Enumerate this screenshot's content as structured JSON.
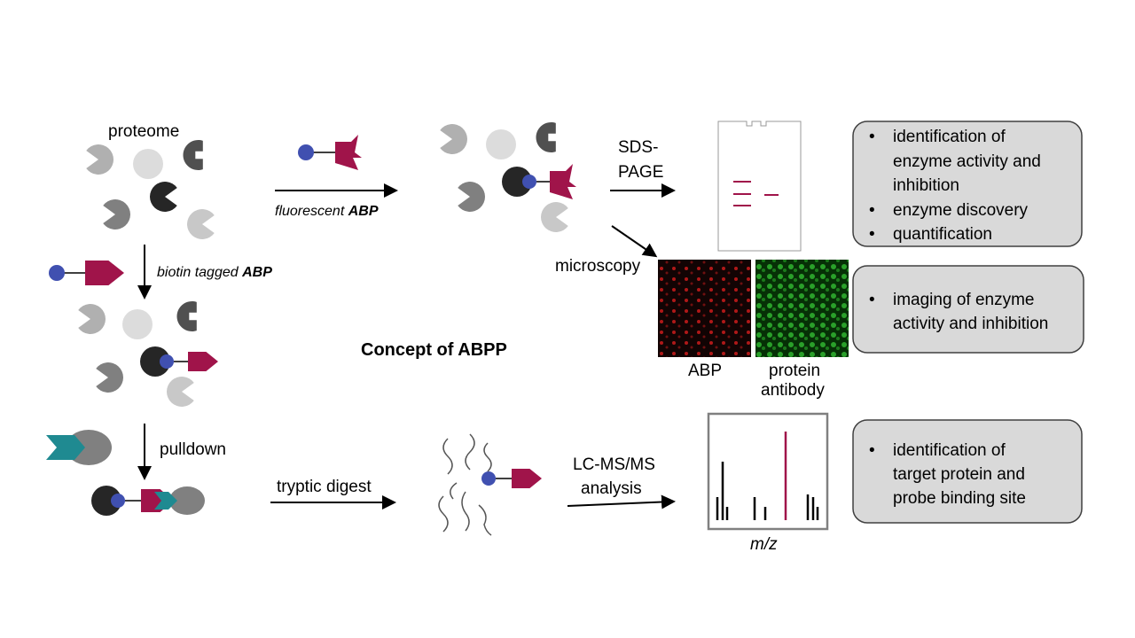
{
  "title": "Concept of ABPP",
  "labels": {
    "proteome": "proteome",
    "fluorescent_abp_prefix": "fluorescent ",
    "fluorescent_abp_bold": "ABP",
    "biotin_prefix": "biotin tagged ",
    "biotin_bold": "ABP",
    "sds_1": "SDS-",
    "sds_2": "PAGE",
    "microscopy": "microscopy",
    "abp": "ABP",
    "protein": "protein",
    "antibody": "antibody",
    "pulldown": "pulldown",
    "tryptic_digest": "tryptic digest",
    "lcms_1": "LC-MS/MS",
    "lcms_2": "analysis",
    "mz": "m/z"
  },
  "boxes": [
    {
      "lines": [
        "identification of",
        "enzyme activity and",
        "inhibition"
      ],
      "bullets2": [
        "enzyme discovery",
        "quantification"
      ]
    },
    {
      "lines": [
        "imaging of enzyme",
        "activity and inhibition"
      ]
    },
    {
      "lines": [
        "identification of",
        "target protein and",
        "probe binding site"
      ]
    }
  ],
  "bullet": "•",
  "colors": {
    "probe": "#a0144a",
    "blue": "#4050b0",
    "teal": "#1f8a91",
    "box": "#d9d9d9"
  }
}
